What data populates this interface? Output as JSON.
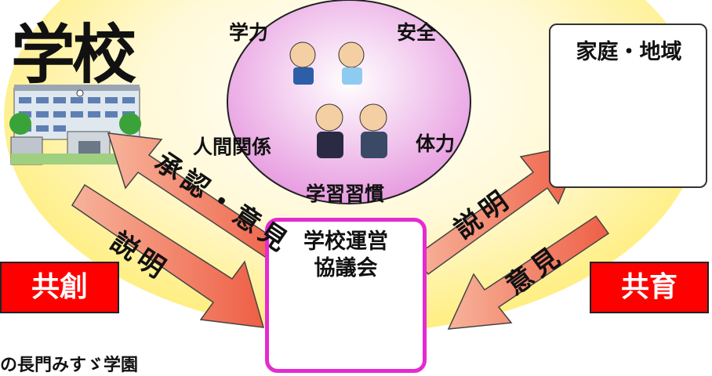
{
  "school": {
    "title": "学校"
  },
  "home": {
    "title": "家庭・地域"
  },
  "circle": {
    "top_left": "学力",
    "top_right": "安全",
    "mid_left": "人間関係",
    "mid_right": "体力",
    "bottom": "学習習慣"
  },
  "council": {
    "line1": "学校運営",
    "line2": "協議会"
  },
  "arrows": {
    "school_up": "承認・意見",
    "school_down": "説明",
    "home_up": "説明",
    "home_down": "意見"
  },
  "left_badge": "共創",
  "right_badge": "共育",
  "footer": "の長門みすゞ学園",
  "colors": {
    "arrow_fill": "#f4806a",
    "circle_fill": "#f2c8f0",
    "glow": "#fff6c4",
    "council_border": "#e62ad1",
    "badge_red": "#ff0000"
  },
  "icons": [
    "school-building-icon",
    "house-family-icon",
    "grandparents-icon",
    "children-icon",
    "students-icon",
    "meeting-icon"
  ]
}
